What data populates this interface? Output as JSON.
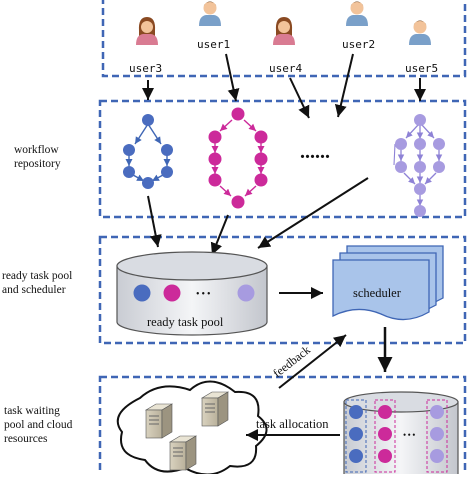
{
  "sections": {
    "workflow_repository": {
      "line1": "workflow",
      "line2": "repository"
    },
    "ready_task_pool_scheduler": {
      "line1": "ready task pool",
      "line2": "and scheduler"
    },
    "task_waiting_pool": {
      "line1": "task waiting",
      "line2": "pool and cloud",
      "line3": "resources"
    }
  },
  "users": [
    "user1",
    "user2",
    "user3",
    "user4",
    "user5"
  ],
  "labels": {
    "ellipsis": "......",
    "pool_dots": "•••",
    "ready_task_pool": "ready task pool",
    "scheduler": "scheduler",
    "feedback": "feedback",
    "task_allocation": "task allocation",
    "waiting_dots": "•••"
  },
  "colors": {
    "user3_workflow": "#4a6cbf",
    "user1_workflow": "#cc2a9a",
    "user5_workflow": "#a79be0",
    "dashed_border": "#3f66b5",
    "scheduler_fill": "#a9c4ea"
  }
}
